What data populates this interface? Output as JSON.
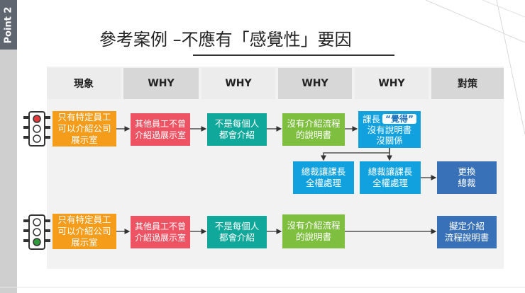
{
  "sidebar": {
    "point_label": "Point 2"
  },
  "title": "參考案例 –不應有「感覺性」要因",
  "headers": [
    "現象",
    "WHY",
    "WHY",
    "WHY",
    "WHY",
    "對策"
  ],
  "row1": {
    "light_state": "red",
    "phenomenon": "只有特定員工\n可以介紹公司\n展示室",
    "why1": "其他員工不曾\n介紹過展示室",
    "why2": "不是每個人\n都會介紹",
    "why3": "沒有介紹流程\n的說明書",
    "why4_prefix": "課長",
    "why4_badge": "“覺得”",
    "why4_rest": "沒有說明書\n沒關係",
    "branch_a": "總裁讓課長\n全權處理",
    "branch_b": "總裁讓課長\n全權處理",
    "action": "更換\n總裁"
  },
  "row2": {
    "light_state": "green",
    "phenomenon": "只有特定員工\n可以介紹公司\n展示室",
    "why1": "其他員工不曾\n介紹過展示室",
    "why2": "不是每個人\n都會介紹",
    "why3": "沒有介紹流程\n的說明書",
    "action": "擬定介紹\n流程說明書"
  },
  "colors": {
    "orange": "#f59c1a",
    "pink": "#ee5364",
    "teal": "#10a89a",
    "green": "#7fbf3f",
    "cyan": "#12a1df",
    "navy": "#3871b7",
    "light_red": "#e03a3a",
    "light_green": "#2f9b3a"
  },
  "icons": [
    "traffic-light-icon"
  ]
}
